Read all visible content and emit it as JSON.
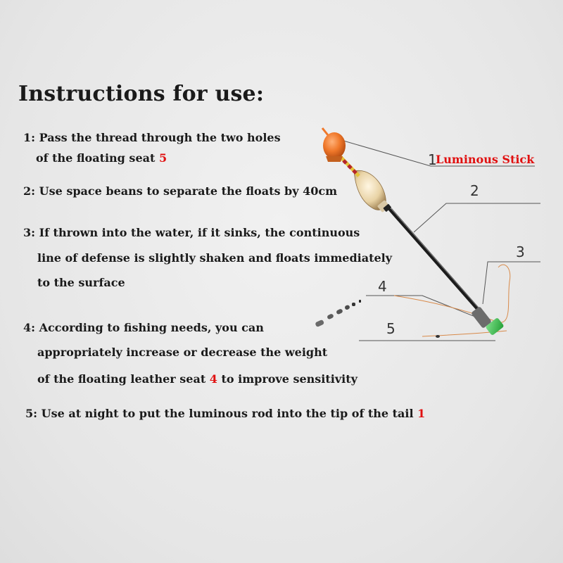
{
  "title": "Instructions for use:",
  "steps": {
    "s1_l1": "1: Pass the thread through the two holes",
    "s1_l2": "of the floating seat",
    "s1_num": "5",
    "s2_l1": "2: Use space beans to separate the floats by 40cm",
    "s3_l1": "3: If thrown into the water, if it sinks, the continuous",
    "s3_l2": "line of defense is slightly shaken and floats immediately",
    "s3_l3": "to the surface",
    "s4_l1": "4: According to fishing needs, you can",
    "s4_l2": "appropriately increase or decrease the weight",
    "s4_l3a": "of the floating leather seat",
    "s4_num": "4",
    "s4_l3b": "to improve sensitivity",
    "s5_l1": "5: Use at night to put the luminous rod into the tip of the tail",
    "s5_num": "1"
  },
  "callouts": {
    "c1_num": "1",
    "c1_label": "Luminous Stick",
    "c2": "2",
    "c3": "3",
    "c4": "4",
    "c5": "5"
  },
  "colors": {
    "highlight": "#e01010",
    "float_tip": "#f0782a",
    "float_body": "#e8d2a4",
    "rod": "#1c1c1c",
    "connector": "#3fbf4f",
    "line": "#d88a4a"
  }
}
